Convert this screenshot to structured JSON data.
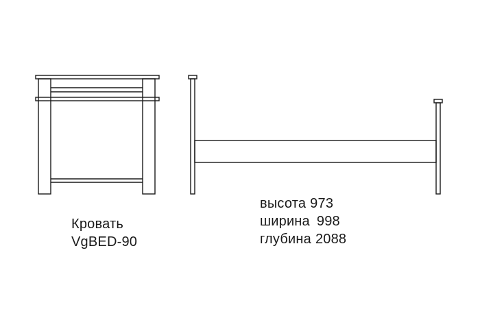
{
  "product": {
    "type_label": "Кровать",
    "model": "VgBED-90"
  },
  "dimensions": [
    {
      "label": "высота",
      "value": "973"
    },
    {
      "label": "ширина",
      "value": "998"
    },
    {
      "label": "глубина",
      "value": "2088"
    }
  ],
  "colors": {
    "stroke": "#1a1a1a",
    "background": "#ffffff"
  }
}
